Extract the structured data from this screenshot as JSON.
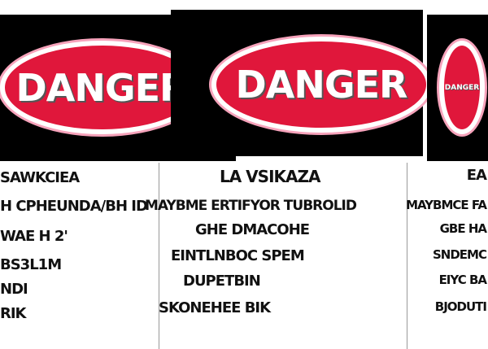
{
  "signs": [
    {
      "header": "DANGER",
      "lines": [
        "SAWKCIEA",
        "H CPHEUNDA/BH ID",
        "WAE H 2'",
        "BS3L1M",
        "NDI",
        "RIK"
      ]
    },
    {
      "header": "DANGER",
      "lines": [
        "LA VSIKAZA",
        "MAYBME ERTIFYOR TUBROLID",
        "GHE DMACOHE",
        "EINTLNBOC SPEM",
        "DUPETBIN",
        "SKONEHEE BIK"
      ]
    },
    {
      "header": "DANGER",
      "lines": [
        "EA",
        "MAYBMCE FA",
        "GBE HA",
        "SNDEMC",
        "EIYC BA",
        "BJODUTI"
      ]
    }
  ],
  "colors": {
    "sign_red": "#e0173b",
    "band_black": "#000000"
  }
}
